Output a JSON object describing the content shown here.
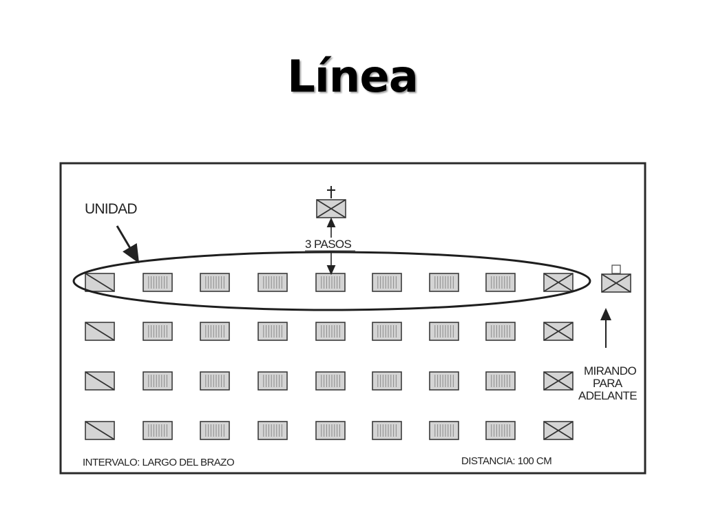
{
  "title": "Línea",
  "labels": {
    "unidad": "UNIDAD",
    "pasos": "3 PASOS",
    "mirando_line1": "MIRANDO",
    "mirando_line2": "PARA",
    "mirando_line3": "ADELANTE",
    "intervalo": "INTERVALO: LARGO DEL BRAZO",
    "distancia": "DISTANCIA: 100 CM"
  },
  "formation": {
    "ranks": 4,
    "files": 9,
    "first_file_marker": "squad-leader-diagonal",
    "last_file_marker": "x-crossed",
    "leader_in_front": true,
    "guide_on_right": true
  },
  "colors": {
    "ink": "#222222",
    "fill": "#d4d4d4",
    "title_shadow": "#9a9a9a"
  }
}
